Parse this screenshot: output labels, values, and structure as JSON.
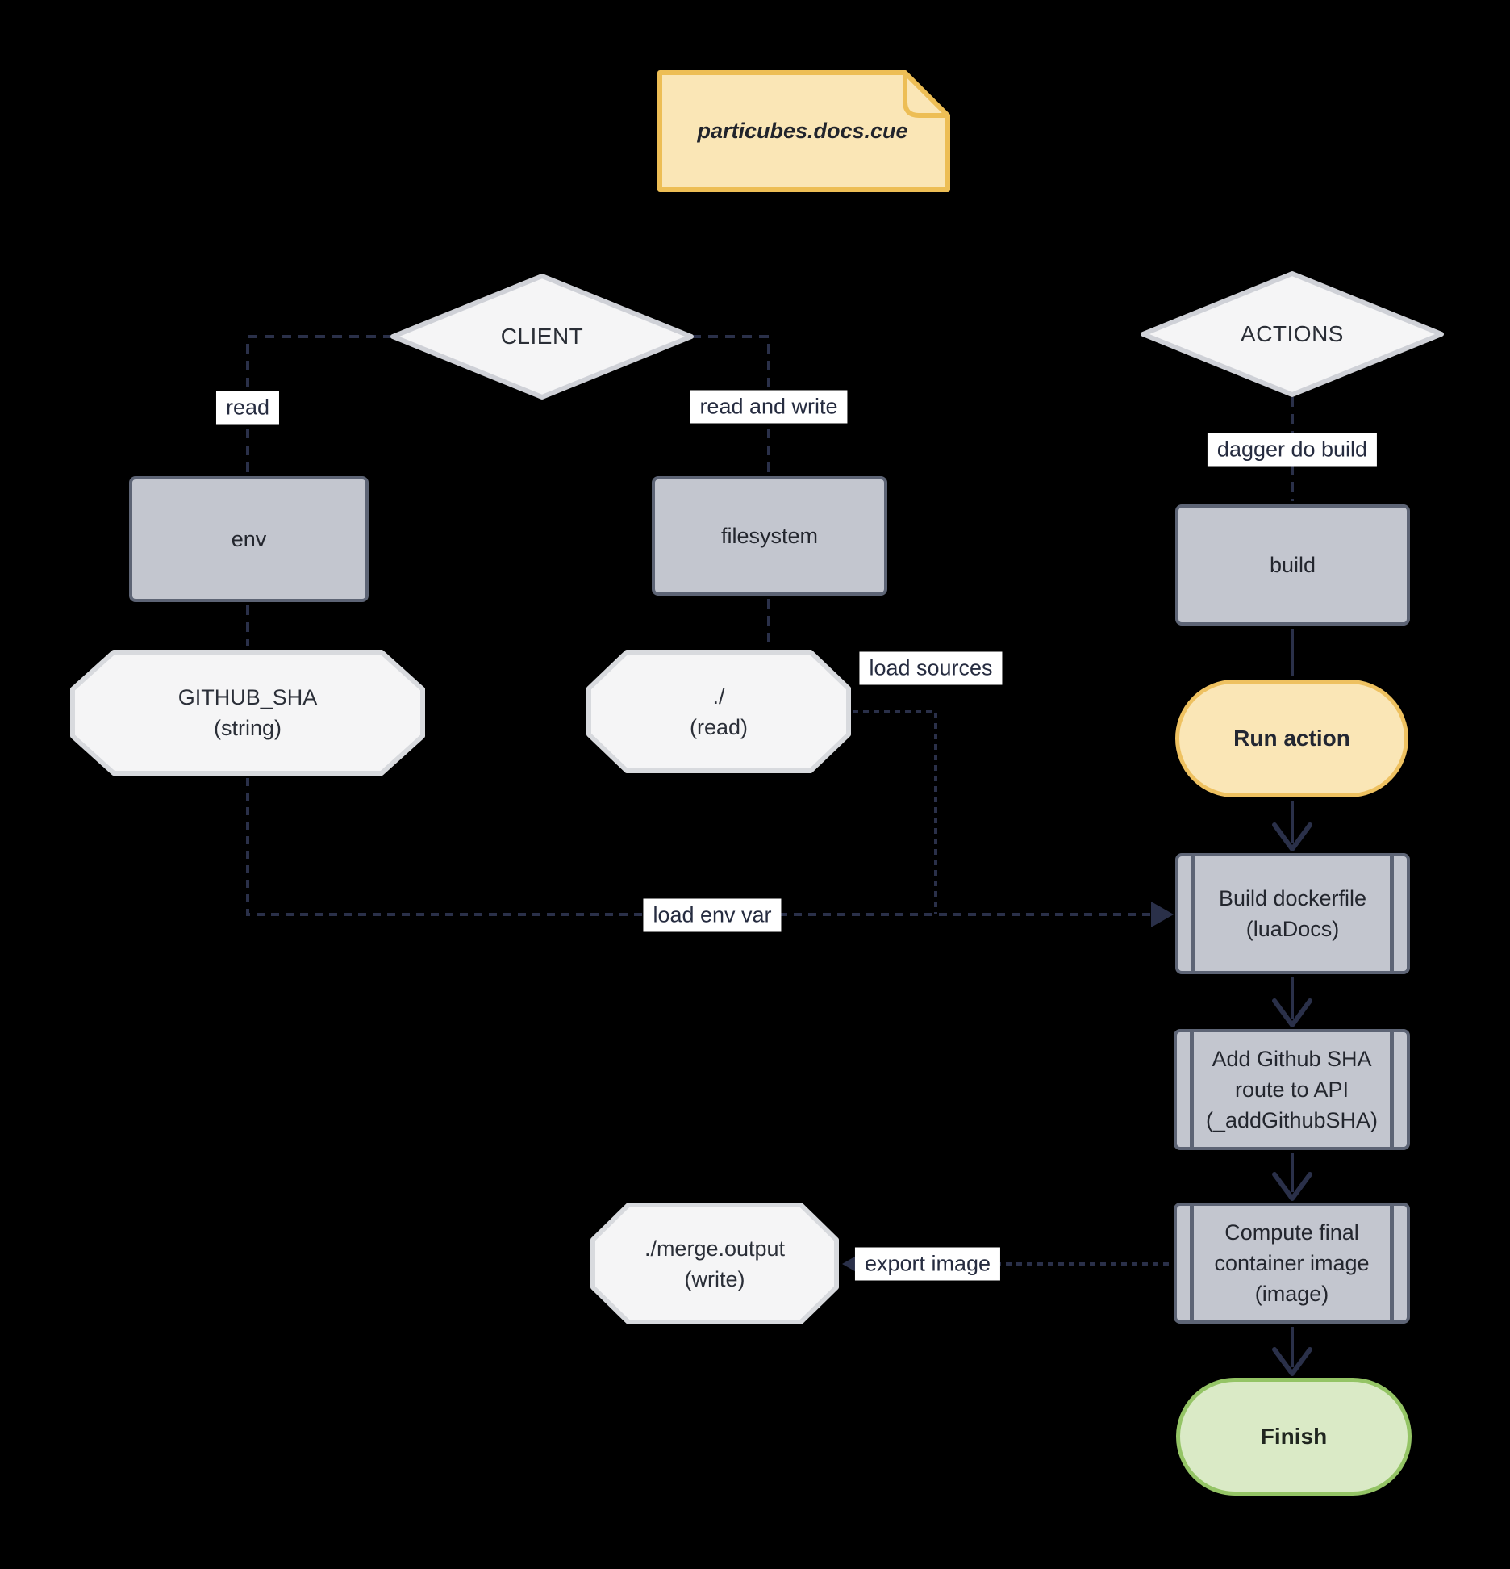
{
  "diagram": {
    "type": "flowchart",
    "background": "#000000"
  },
  "nodes": {
    "note": {
      "label": "particubes.docs.cue"
    },
    "client": {
      "label": "CLIENT"
    },
    "actions": {
      "label": "ACTIONS"
    },
    "env": {
      "label": "env"
    },
    "filesystem": {
      "label": "filesystem"
    },
    "build": {
      "label": "build"
    },
    "github_sha": {
      "lines": [
        "GITHUB_SHA",
        "(string)"
      ]
    },
    "dot_read": {
      "lines": [
        "./",
        "(read)"
      ]
    },
    "run_action": {
      "label": "Run action"
    },
    "build_dockerfile": {
      "lines": [
        "Build dockerfile",
        "(luaDocs)"
      ]
    },
    "add_github_sha": {
      "lines": [
        "Add Github SHA",
        "route to API",
        "(_addGithubSHA)"
      ]
    },
    "compute_image": {
      "lines": [
        "Compute final",
        "container image",
        "(image)"
      ]
    },
    "merge_output": {
      "lines": [
        "./merge.output",
        "(write)"
      ]
    },
    "finish": {
      "label": "Finish"
    }
  },
  "edges": [
    {
      "from": "CLIENT",
      "to": "env",
      "label": "read",
      "style": "dashed"
    },
    {
      "from": "CLIENT",
      "to": "filesystem",
      "label": "read and write",
      "style": "dashed"
    },
    {
      "from": "ACTIONS",
      "to": "build",
      "label": "dagger do build",
      "style": "dashed"
    },
    {
      "from": "./ (read)",
      "to": "Build dockerfile (luaDocs)",
      "label": "load sources",
      "style": "dashed-arrow"
    },
    {
      "from": "GITHUB_SHA (string)",
      "to": "Build dockerfile (luaDocs)",
      "label": "load env var",
      "style": "dashed-arrow"
    },
    {
      "from": "Compute final container image (image)",
      "to": "./merge.output (write)",
      "label": "export image",
      "style": "dashed-arrow"
    },
    {
      "from": "env",
      "to": "GITHUB_SHA (string)",
      "label": "",
      "style": "dashed"
    },
    {
      "from": "filesystem",
      "to": "./ (read)",
      "label": "",
      "style": "dashed"
    },
    {
      "from": "build",
      "to": "Run action",
      "label": "",
      "style": "solid"
    },
    {
      "from": "Run action",
      "to": "Build dockerfile (luaDocs)",
      "label": "",
      "style": "solid-arrow"
    },
    {
      "from": "Build dockerfile (luaDocs)",
      "to": "Add Github SHA route to API (_addGithubSHA)",
      "label": "",
      "style": "solid-arrow"
    },
    {
      "from": "Add Github SHA route to API (_addGithubSHA)",
      "to": "Compute final container image (image)",
      "label": "",
      "style": "solid-arrow"
    },
    {
      "from": "Compute final container image (image)",
      "to": "Finish",
      "label": "",
      "style": "solid-arrow"
    }
  ],
  "colors": {
    "background": "#000000",
    "edge": "#2a3049",
    "note_fill": "#fae6b6",
    "note_border": "#edbe55",
    "decision_fill": "#f5f5f6",
    "decision_border": "#cfd1d7",
    "data_fill": "#f5f5f6",
    "data_border": "#d8dade",
    "box_fill": "#c3c6cf",
    "box_border": "#5d6475",
    "action_fill": "#fae6b6",
    "action_border": "#eec160",
    "finish_fill": "#daeac6",
    "finish_border": "#94c465",
    "label_bg": "#ffffff",
    "label_text": "#262c40"
  }
}
